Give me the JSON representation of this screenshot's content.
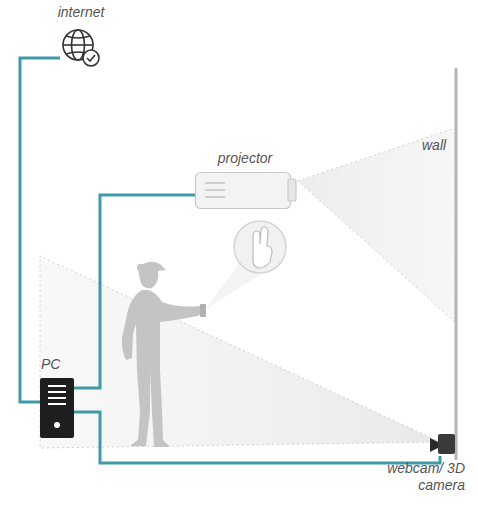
{
  "diagram": {
    "nodes": [
      {
        "text": [
          "internet"
        ]
      },
      {
        "text": [
          "projector"
        ]
      },
      {
        "text": [
          "PC"
        ]
      },
      {
        "text": [
          "webcam/ 3D camera"
        ]
      }
    ],
    "edges": [
      {
        "from": 2,
        "to": 0,
        "arrow": "none"
      },
      {
        "from": 2,
        "to": 1,
        "arrow": "none"
      },
      {
        "from": 2,
        "to": 3,
        "arrow": "none"
      }
    ],
    "labels": [
      "wall"
    ]
  }
}
